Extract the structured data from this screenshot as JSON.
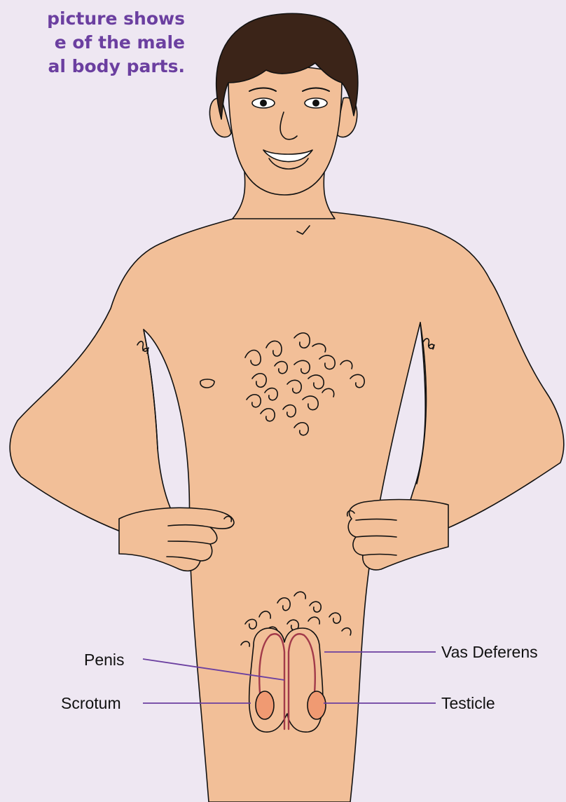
{
  "caption": {
    "line1": "picture shows",
    "line2": "e of the male",
    "line3": "al body parts."
  },
  "labels": {
    "penis": "Penis",
    "scrotum": "Scrotum",
    "vas_deferens": "Vas Deferens",
    "testicle": "Testicle"
  },
  "colors": {
    "background": "#eee7f2",
    "skin": "#f2bf98",
    "outline": "#111111",
    "hair": "#3b2418",
    "caption_text": "#6b3fa0",
    "leader_line": "#6b3fa0",
    "vas_deferens": "#a23a4a",
    "testicle": "#f09a72"
  }
}
